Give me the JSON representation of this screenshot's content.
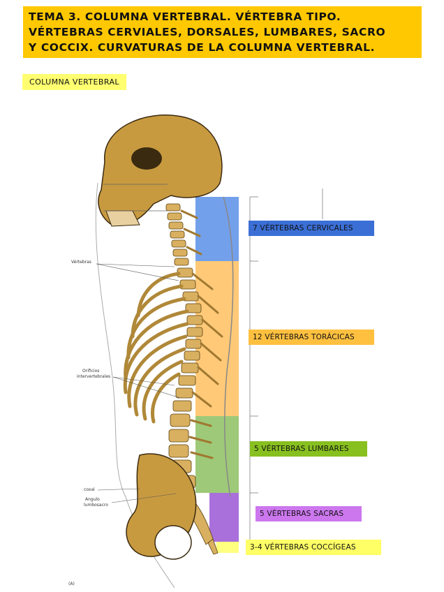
{
  "header": {
    "title_lines": [
      "TEMA 3.  COLUMNA VERTEBRAL. VÉRTEBRA TIPO.",
      "VÉRTEBRAS CERVIALES, DORSALES, LUMBARES, SACRO",
      "Y COCCIX. CURVATURAS DE LA COLUMNA VERTEBRAL."
    ],
    "color": "#ffc800"
  },
  "section_label": "COLUMNA VERTEBRAL",
  "figure": {
    "annotations": {
      "vertebras": "Vértebras",
      "orificios": "Orificios",
      "intervertebrales": "intervertebrales",
      "coxal": "coxal",
      "angulo": "Angulo",
      "lumbosacro": "lumbosacro",
      "plate_mark": "(A)"
    },
    "regions": [
      {
        "label": "7 VÉRTEBRAS CERVICALES",
        "color": "#3b6fd6",
        "band_color": "#5b8fe8"
      },
      {
        "label": "12 VÉRTEBRAS TORÁCICAS",
        "color": "#ffc040",
        "band_color": "#ffc060"
      },
      {
        "label": "5 VÉRTEBRAS LUMBARES",
        "color": "#88c020",
        "band_color": "#8dc060"
      },
      {
        "label": "5 VÉRTEBRAS SACRAS",
        "color": "#cc77ee",
        "band_color": "#a060d8"
      },
      {
        "label": "3-4 VÉRTEBRAS COCCÍGEAS",
        "color": "#ffff66",
        "band_color": "#ffff80"
      }
    ]
  }
}
